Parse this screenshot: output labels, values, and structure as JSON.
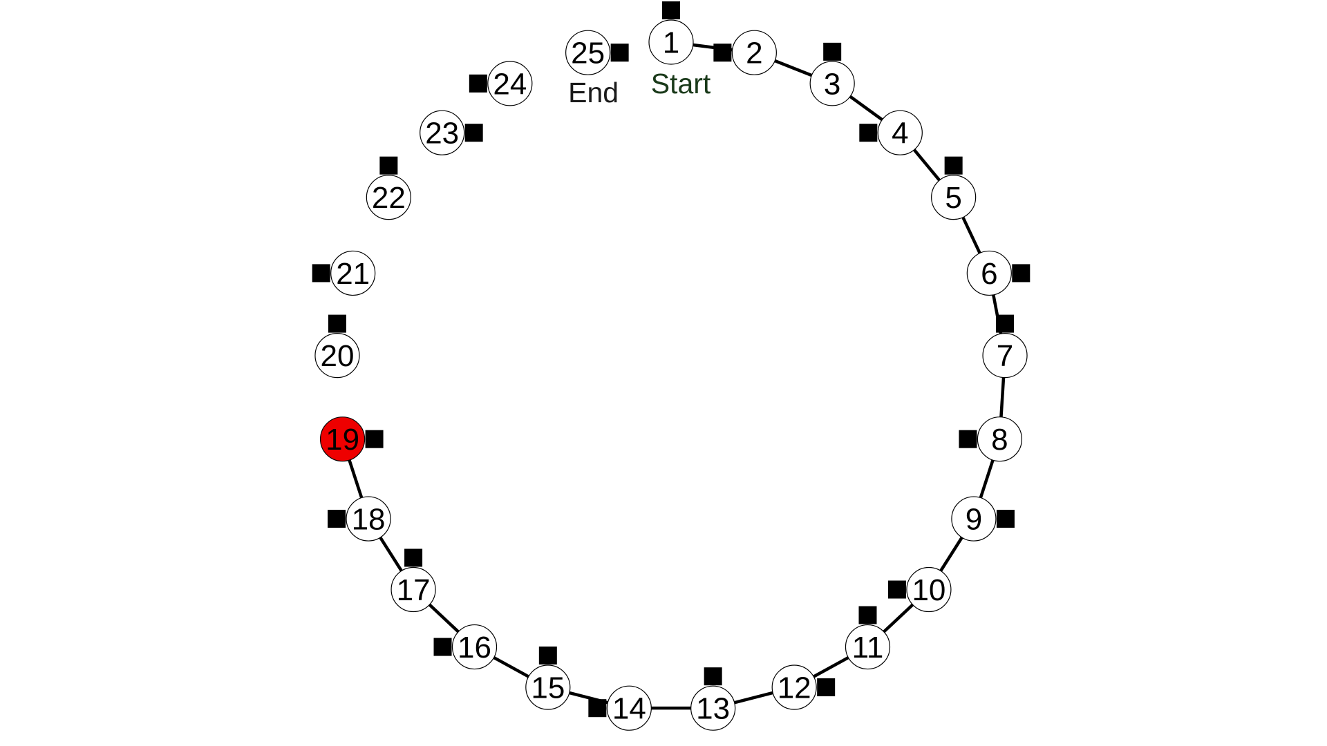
{
  "task": {
    "start_label": "Start",
    "end_label": "End",
    "start_color": "#1a3a1a",
    "end_color": "#1a1a1a",
    "current_node": 19,
    "current_color": "#ee0000",
    "default_node_color": "#ffffff",
    "visited_path": [
      1,
      2,
      3,
      4,
      5,
      6,
      7,
      8,
      9,
      10,
      11,
      12,
      13,
      14,
      15,
      16,
      17,
      18,
      19
    ]
  },
  "nodes": [
    {
      "id": 1,
      "label": "1",
      "marker": "top"
    },
    {
      "id": 2,
      "label": "2",
      "marker": "left"
    },
    {
      "id": 3,
      "label": "3",
      "marker": "top"
    },
    {
      "id": 4,
      "label": "4",
      "marker": "left"
    },
    {
      "id": 5,
      "label": "5",
      "marker": "top"
    },
    {
      "id": 6,
      "label": "6",
      "marker": "right"
    },
    {
      "id": 7,
      "label": "7",
      "marker": "top"
    },
    {
      "id": 8,
      "label": "8",
      "marker": "left"
    },
    {
      "id": 9,
      "label": "9",
      "marker": "right"
    },
    {
      "id": 10,
      "label": "10",
      "marker": "left"
    },
    {
      "id": 11,
      "label": "11",
      "marker": "top"
    },
    {
      "id": 12,
      "label": "12",
      "marker": "right"
    },
    {
      "id": 13,
      "label": "13",
      "marker": "top"
    },
    {
      "id": 14,
      "label": "14",
      "marker": "left"
    },
    {
      "id": 15,
      "label": "15",
      "marker": "top"
    },
    {
      "id": 16,
      "label": "16",
      "marker": "left"
    },
    {
      "id": 17,
      "label": "17",
      "marker": "top"
    },
    {
      "id": 18,
      "label": "18",
      "marker": "left"
    },
    {
      "id": 19,
      "label": "19",
      "marker": "right"
    },
    {
      "id": 20,
      "label": "20",
      "marker": "top"
    },
    {
      "id": 21,
      "label": "21",
      "marker": "left"
    },
    {
      "id": 22,
      "label": "22",
      "marker": "top"
    },
    {
      "id": 23,
      "label": "23",
      "marker": "right"
    },
    {
      "id": 24,
      "label": "24",
      "marker": "left"
    },
    {
      "id": 25,
      "label": "25",
      "marker": "right"
    }
  ]
}
